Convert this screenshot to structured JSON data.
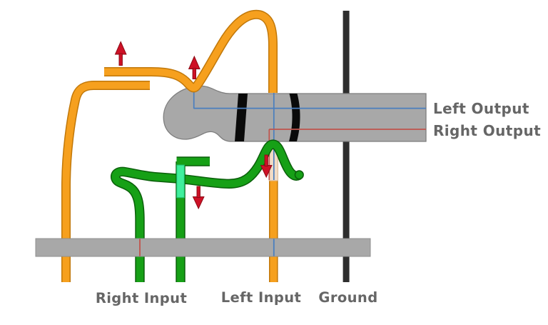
{
  "diagram": {
    "labels": {
      "left_output": "Left Output",
      "right_output": "Right Output",
      "right_input": "Right Input",
      "left_input": "Left Input",
      "ground": "Ground"
    },
    "icons": {
      "up_arrow": "▲",
      "down_arrow": "▼"
    },
    "colors": {
      "background": "#ffffff",
      "tube_orange": "#F6A01E",
      "tube_orange_border": "#C1780A",
      "tube_green": "#16A016",
      "tube_green_border": "#0A5F0A",
      "mint_segment": "#40EF9D",
      "mint_border": "#1DBE6E",
      "faded_tube_tan": "#F2DCC6",
      "faded_tube_border": "#D9B48E",
      "plug_gray": "#A8A8A8",
      "plug_border": "#7E7E7E",
      "strip_gray": "#A8A8A8",
      "strip_border": "#8F8F8F",
      "band_black": "#0A0A0A",
      "ground_black": "#2E2E2E",
      "wire_blue": "#4A7EBE",
      "wire_red": "#C0544C",
      "arrow_red": "#CE1126",
      "arrow_border": "#8E0B16",
      "label_gray": "#666666"
    }
  }
}
